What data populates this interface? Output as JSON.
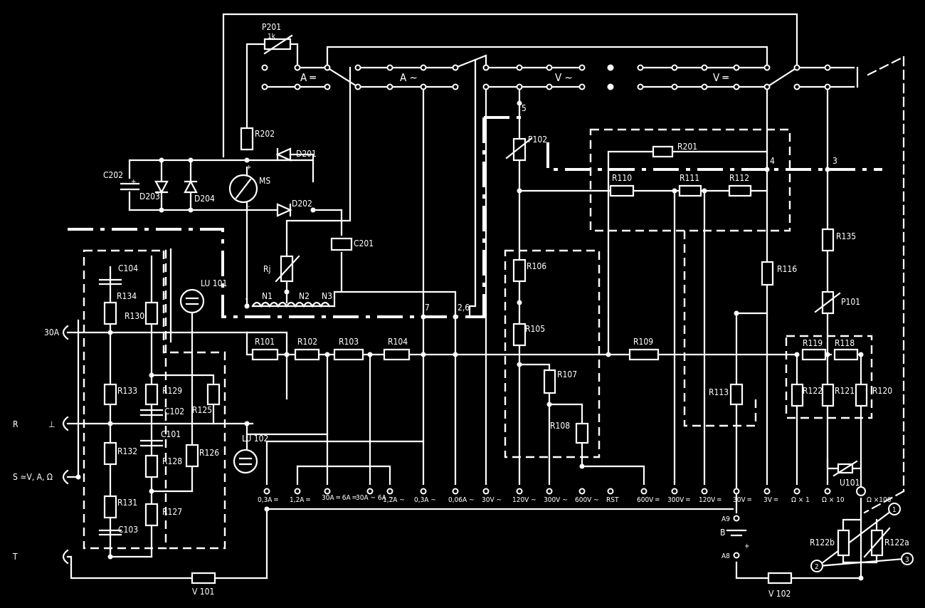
{
  "resistors": [
    "P201",
    "1k",
    "R202",
    "R201",
    "R110",
    "R111",
    "R112",
    "R135",
    "P101",
    "R116",
    "R106",
    "R105",
    "R107",
    "R108",
    "R101",
    "R102",
    "R103",
    "R104",
    "R109",
    "R113",
    "R119",
    "R118",
    "R122",
    "R121",
    "R120",
    "R134",
    "R130",
    "R133",
    "R129",
    "R132",
    "R128",
    "R131",
    "R127",
    "R125",
    "R126",
    "P102",
    "Rj",
    "R122b",
    "R122a"
  ],
  "capacitors": [
    "C202",
    "C201",
    "C104",
    "C102",
    "C101",
    "C103"
  ],
  "diodes": [
    "D201",
    "D202",
    "D203",
    "D204"
  ],
  "labels": {
    "meter": "MS",
    "lu101": "LU 101",
    "lu102": "LU 102",
    "n1": "N1",
    "n2": "N2",
    "n3": "N3",
    "u101": "U101",
    "v101": "V 101",
    "v102": "V 102",
    "a9": "A9",
    "a8": "A8",
    "battery": "B",
    "node1": "1",
    "node7": "7",
    "node26": "2,6",
    "node5": "5",
    "node4": "4",
    "node3": "3",
    "plus": "+",
    "minus": "-"
  },
  "switch_labels": {
    "a_dc": "A ═",
    "a_ac": "A ∼",
    "v_ac": "V ∼",
    "v_dc": "V ═"
  },
  "terminals": [
    "30A",
    "R",
    "S ≃V, A, Ω",
    "T"
  ],
  "ranges": [
    "0,3A ═",
    "1,2A ═",
    "30A ═ 6A ═",
    "30A ∼ 6A ∼",
    "1,2A ∼",
    "0,3A ∼",
    "0,06A ∼",
    "30V ∼",
    "120V ∼",
    "300V ∼",
    "600V ∼",
    "RST",
    "600V ═",
    "300V ═",
    "120V ═",
    "30V ═",
    "3V ═",
    "Ω × 1",
    "Ω × 10",
    "Ω ×100"
  ],
  "selector_marks": [
    "1",
    "2",
    "3"
  ]
}
